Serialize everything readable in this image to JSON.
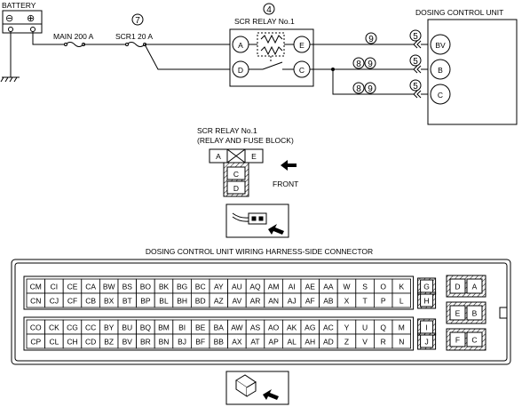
{
  "schematic": {
    "battery_label": "BATTERY",
    "battery_minus": "⊖",
    "battery_plus": "⊕",
    "fuse_main_label": "MAIN 200 A",
    "fuse_scr1_label": "SCR1 20 A",
    "fuse_scr1_ref": "7",
    "relay_ref": "4",
    "relay_label": "SCR RELAY No.1",
    "relay_terminals": {
      "a": "A",
      "b": "E",
      "c": "D",
      "d": "C"
    },
    "dcu_label": "DOSING CONTROL UNIT",
    "wire_refs": {
      "w1": "9",
      "w2a": "8",
      "w2b": "9",
      "w3a": "8",
      "w3b": "9"
    },
    "connector_refs": {
      "r1": "5",
      "r2": "5",
      "r3": "5"
    },
    "dcu_pins": {
      "p1": "BV",
      "p2": "B",
      "p3": "C"
    }
  },
  "relay_connector": {
    "title_line1": "SCR RELAY No.1",
    "title_line2": "(RELAY AND FUSE BLOCK)",
    "pins": {
      "a": "A",
      "e": "E",
      "c": "C",
      "d": "D"
    },
    "front_label": "FRONT"
  },
  "dcu_connector": {
    "title": "DOSING CONTROL UNIT WIRING HARNESS-SIDE CONNECTOR",
    "rows": [
      [
        "CM",
        "CI",
        "CE",
        "CA",
        "BW",
        "BS",
        "BO",
        "BK",
        "BG",
        "BC",
        "AY",
        "AU",
        "AQ",
        "AM",
        "AI",
        "AE",
        "AA",
        "W",
        "S",
        "O",
        "K"
      ],
      [
        "CN",
        "CJ",
        "CF",
        "CB",
        "BX",
        "BT",
        "BP",
        "BL",
        "BH",
        "BD",
        "AZ",
        "AV",
        "AR",
        "AN",
        "AJ",
        "AF",
        "AB",
        "X",
        "T",
        "P",
        "L"
      ],
      [
        "CO",
        "CK",
        "CG",
        "CC",
        "BY",
        "BU",
        "BQ",
        "BM",
        "BI",
        "BE",
        "BA",
        "AW",
        "AS",
        "AO",
        "AK",
        "AG",
        "AC",
        "Y",
        "U",
        "Q",
        "M"
      ],
      [
        "CP",
        "CL",
        "CH",
        "CD",
        "BZ",
        "BV",
        "BR",
        "BN",
        "BJ",
        "BF",
        "BB",
        "AX",
        "AT",
        "AP",
        "AL",
        "AH",
        "AD",
        "Z",
        "V",
        "R",
        "N"
      ]
    ],
    "side_pins": [
      "G",
      "H",
      "I",
      "J"
    ],
    "side_blocks": [
      [
        "D",
        "A"
      ],
      [
        "E",
        "B"
      ],
      [
        "F",
        "C"
      ]
    ]
  }
}
